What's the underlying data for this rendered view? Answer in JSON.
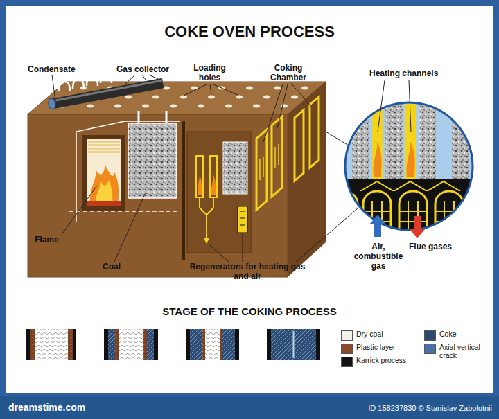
{
  "diagram": {
    "title": "COKE OVEN PROCESS",
    "labels": [
      "Condensate",
      "Gas collector",
      "Loading holes",
      "Coking Chamber",
      "Heating channels",
      "Flame",
      "Coal",
      "Regenerators for heating gas and air",
      "Air, combustible gas",
      "Flue gases",
      "STAGE OF THE COKING PROCESS",
      "dreamstime.com",
      "ID 158237830 © Stanislav Zabolotnii"
    ],
    "legend": [
      {
        "text": "Dry coal",
        "color": "#f4f1ea"
      },
      {
        "text": "Plastic layer",
        "color": "#8b4a2b"
      },
      {
        "text": "Karrick process",
        "color": "#111111"
      },
      {
        "text": "Coke",
        "color": "#2e4a6b"
      },
      {
        "text": "Axial vertical crack",
        "color": "#4a6fa5"
      }
    ]
  }
}
